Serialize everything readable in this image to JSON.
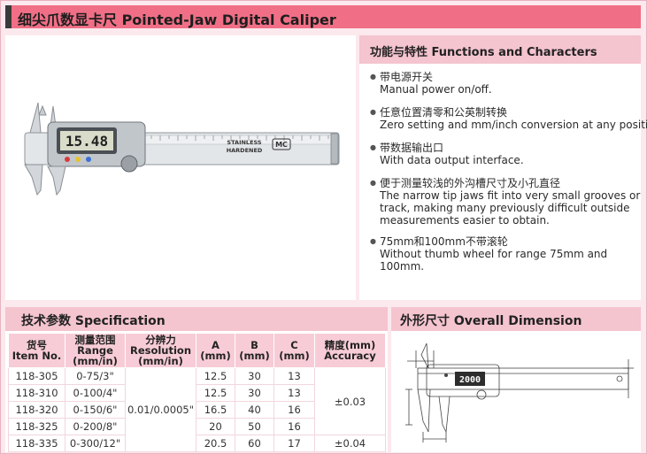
{
  "title": "细尖爪数显卡尺 Pointed-Jaw Digital Caliper",
  "features": {
    "heading": "功能与特性 Functions and Characters",
    "items": [
      {
        "zh": "带电源开关",
        "en": [
          "Manual power on/off."
        ]
      },
      {
        "zh": "任意位置清零和公英制转换",
        "en": [
          "Zero setting  and mm/inch conversion at any position"
        ]
      },
      {
        "zh": "带数据输出口",
        "en": [
          "With data output interface."
        ]
      },
      {
        "zh": "便于测量较浅的外沟槽尺寸及小孔直径",
        "en": [
          "The narrow tip jaws fit into very small grooves or",
          "track, making many previously difficult outside",
          "measurements easier to obtain."
        ]
      },
      {
        "zh": "75mm和100mm不带滚轮",
        "en": [
          "Without thumb wheel for range 75mm and 100mm."
        ]
      }
    ]
  },
  "product_image": {
    "display": "15.48",
    "scale_text_1": "STAINLESS",
    "scale_text_2": "HARDENED",
    "badge": "MC"
  },
  "spec": {
    "heading": "技术参数 Specification",
    "headers": [
      [
        "货号",
        "Item No."
      ],
      [
        "测量范围",
        "Range",
        "(mm/in)"
      ],
      [
        "分辨力",
        "Resolution",
        "(mm/in)"
      ],
      [
        "A",
        "(mm)"
      ],
      [
        "B",
        "(mm)"
      ],
      [
        "C",
        "(mm)"
      ],
      [
        "精度(mm)",
        "Accuracy"
      ]
    ],
    "rows": [
      {
        "item": "118-305",
        "range": "0-75/3\"",
        "a": "12.5",
        "b": "30",
        "c": "13"
      },
      {
        "item": "118-310",
        "range": "0-100/4\"",
        "a": "12.5",
        "b": "30",
        "c": "13"
      },
      {
        "item": "118-320",
        "range": "0-150/6\"",
        "a": "16.5",
        "b": "40",
        "c": "16"
      },
      {
        "item": "118-325",
        "range": "0-200/8\"",
        "a": "20",
        "b": "50",
        "c": "16"
      },
      {
        "item": "118-335",
        "range": "0-300/12\"",
        "a": "20.5",
        "b": "60",
        "c": "17"
      }
    ],
    "resolution": "0.01/0.0005\"",
    "accuracy_1": "±0.03",
    "accuracy_2": "±0.04"
  },
  "dimension": {
    "heading": "外形尺寸 Overall Dimension",
    "display": "2000"
  }
}
